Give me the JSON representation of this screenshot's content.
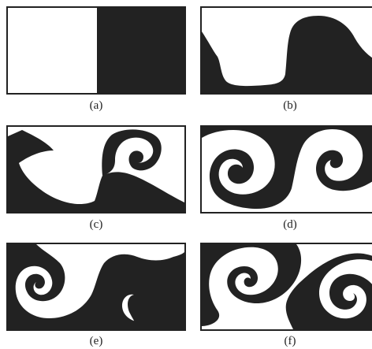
{
  "panels": [
    {
      "id": "a",
      "label": "(a)"
    },
    {
      "id": "b",
      "label": "(b)"
    },
    {
      "id": "c",
      "label": "(c)"
    },
    {
      "id": "d",
      "label": "(d)"
    },
    {
      "id": "e",
      "label": "(e)"
    },
    {
      "id": "f",
      "label": "(f)"
    }
  ],
  "colors": {
    "fluid_dark": "#222222",
    "fluid_light": "#ffffff",
    "border": "#222222"
  }
}
